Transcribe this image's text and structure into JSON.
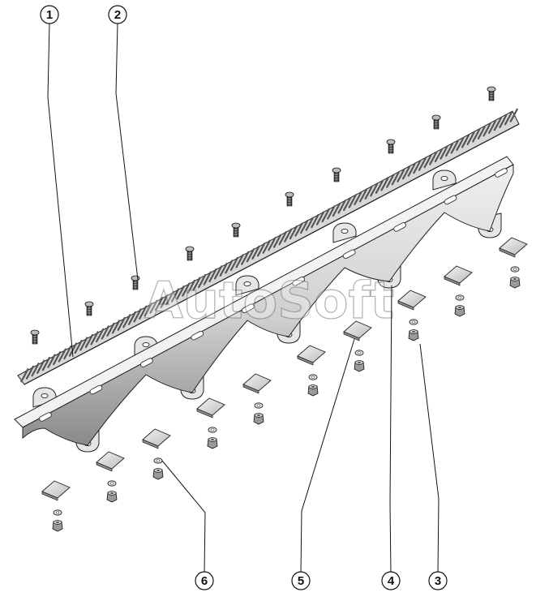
{
  "watermark": "AutoSoft",
  "callouts": [
    {
      "label": "1"
    },
    {
      "label": "2"
    },
    {
      "label": "3"
    },
    {
      "label": "4"
    },
    {
      "label": "5"
    },
    {
      "label": "6"
    }
  ],
  "colors": {
    "outline": "#222222",
    "bar_light": "#e4e4e4",
    "bar_mid": "#b9b9b9",
    "bar_dark": "#7d7d7d",
    "teeth": "#555555",
    "leader": "#111111"
  }
}
